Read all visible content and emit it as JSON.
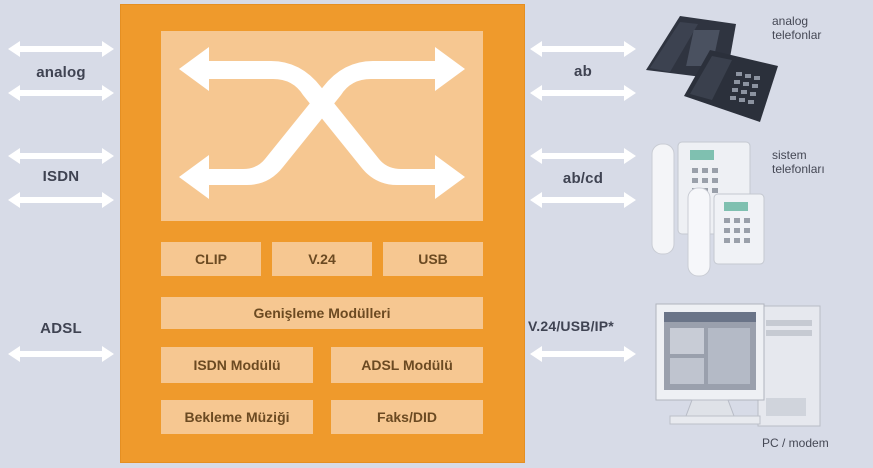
{
  "left_interfaces": [
    {
      "label": "analog"
    },
    {
      "label": "ISDN"
    },
    {
      "label": "ADSL"
    }
  ],
  "right_interfaces": [
    {
      "label": "ab"
    },
    {
      "label": "ab/cd"
    },
    {
      "label": "V.24/USB/IP*"
    }
  ],
  "modules": {
    "clip": "CLIP",
    "v24": "V.24",
    "usb": "USB",
    "expansion": "Genişleme Modülleri",
    "isdn_module": "ISDN Modülü",
    "adsl_module": "ADSL Modülü",
    "hold_music": "Bekleme Müziği",
    "fax_did": "Faks/DID"
  },
  "devices": {
    "analog_phones": "analog telefonlar",
    "system_phones": "sistem telefonları",
    "pc_modem": "PC / modem"
  },
  "colors": {
    "background": "#d7dbe7",
    "core_orange": "#ef9a2c",
    "panel_light": "#f6c791",
    "arrow_white": "#ffffff"
  }
}
